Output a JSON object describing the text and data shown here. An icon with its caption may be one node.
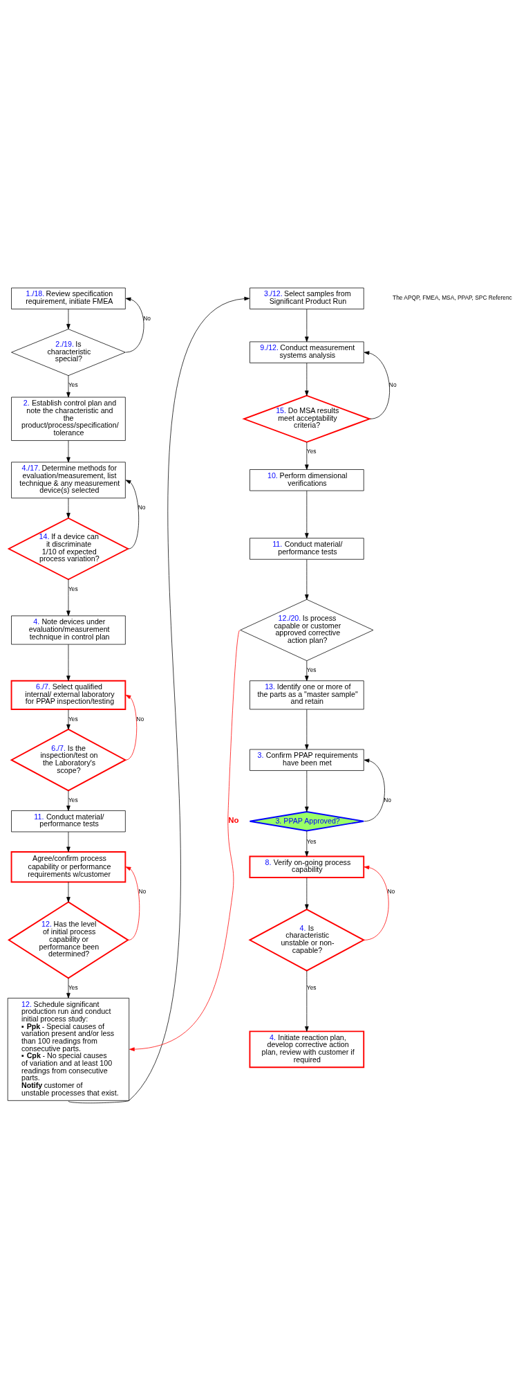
{
  "diagram": {
    "nodes": [
      {
        "text": [
          "1./18. Review specification requirement, initiate FMEA"
        ]
      },
      {
        "text": [
          "2./19. Is characteristic special?"
        ]
      },
      {
        "text": [
          "2. Establish control plan and note the characteristic and the product/process/specification/ tolerance"
        ]
      },
      {
        "text": [
          "4./17. Determine methods for evaluation/measurement, list technique & any measurement device(s) selected"
        ]
      },
      {
        "text": [
          "14. If a device can it discriminate 1/10 of expected process variation?"
        ]
      },
      {
        "text": [
          "4. Note devices under evaluation/measurement technique in control plan"
        ]
      },
      {
        "text": [
          "6./7. Select qualified internal/ external laboratory for PPAP inspection/testing"
        ]
      },
      {
        "text": [
          "6./7. Is the inspection/test on the Laboratory's scope?"
        ]
      },
      {
        "text": [
          "11. Conduct material/ performance tests"
        ]
      },
      {
        "text": [
          "Agree/confirm process capability or performance requirements w/customer"
        ]
      },
      {
        "text": [
          "12. Has the level of initial process capability or performance been determined?"
        ]
      },
      {
        "text": [
          "12. Schedule significant production run and conduct initial process study:",
          "▪ **Ppk** - Special causes of variation present and/or less than 100 readings from consecutive parts.",
          "▪ **Cpk** - No special causes of variation and at least 100 readings from consecutive parts.",
          "**Notify** customer of unstable processes that exist."
        ]
      },
      {
        "text": [
          "3./12. Select samples from Significant Product Run"
        ]
      },
      {
        "text": [
          "9./12. Conduct measurement systems analysis"
        ]
      },
      {
        "text": [
          "15. Do MSA results meet acceptability criteria?"
        ]
      },
      {
        "text": [
          "10. Perform dimensional verifications"
        ]
      },
      {
        "text": [
          "11. Conduct material/ performance tests"
        ]
      },
      {
        "text": [
          "12./20. Is process capable or customer approved corrective action plan?"
        ]
      },
      {
        "text": [
          "13. Identify one or more of the parts as a \"master sample\" and retain"
        ]
      },
      {
        "text": [
          "3. Confirm PPAP requirements have been met"
        ]
      },
      {
        "text": [
          "3. PPAP Approved?"
        ]
      },
      {
        "text": [
          "8. Verify on-going process capability"
        ]
      },
      {
        "text": [
          "4. Is characteristic unstable or non-capable?"
        ]
      },
      {
        "text": [
          "4. Initiate reaction plan, develop corrective action plan, review with customer if required"
        ]
      }
    ],
    "edges": [
      {
        "from": 0,
        "to": 1,
        "arrow": "to"
      },
      {
        "from": 1,
        "to": 0,
        "arrow": "to",
        "label": "No"
      },
      {
        "from": 1,
        "to": 2,
        "arrow": "to",
        "label": "Yes"
      },
      {
        "from": 2,
        "to": 3,
        "arrow": "to"
      },
      {
        "from": 3,
        "to": 4,
        "arrow": "to"
      },
      {
        "from": 4,
        "to": 3,
        "arrow": "to",
        "label": "No"
      },
      {
        "from": 4,
        "to": 5,
        "arrow": "to",
        "label": "Yes"
      },
      {
        "from": 5,
        "to": 6,
        "arrow": "to"
      },
      {
        "from": 6,
        "to": 7,
        "arrow": "to",
        "label": "Yes"
      },
      {
        "from": 7,
        "to": 6,
        "arrow": "to",
        "label": "No",
        "color": "#ff0000"
      },
      {
        "from": 7,
        "to": 8,
        "arrow": "to",
        "label": "Yes"
      },
      {
        "from": 8,
        "to": 9,
        "arrow": "to"
      },
      {
        "from": 9,
        "to": 10,
        "arrow": "to"
      },
      {
        "from": 10,
        "to": 9,
        "arrow": "to",
        "label": "No",
        "color": "#ff0000"
      },
      {
        "from": 10,
        "to": 11,
        "arrow": "to",
        "label": "Yes"
      },
      {
        "from": 11,
        "to": 12,
        "arrow": "to"
      },
      {
        "from": 12,
        "to": 13,
        "arrow": "to"
      },
      {
        "from": 13,
        "to": 14,
        "arrow": "to"
      },
      {
        "from": 14,
        "to": 13,
        "arrow": "to",
        "label": "No"
      },
      {
        "from": 14,
        "to": 15,
        "arrow": "to",
        "label": "Yes"
      },
      {
        "from": 15,
        "to": 16,
        "arrow": "to"
      },
      {
        "from": 16,
        "to": 17,
        "arrow": "to"
      },
      {
        "from": 17,
        "to": 11,
        "arrow": "to",
        "label": "No",
        "color": "#ff0000"
      },
      {
        "from": 17,
        "to": 18,
        "arrow": "to",
        "label": "Yes"
      },
      {
        "from": 18,
        "to": 19,
        "arrow": "to"
      },
      {
        "from": 19,
        "to": 20,
        "arrow": "to"
      },
      {
        "from": 20,
        "to": 19,
        "arrow": "to",
        "label": "No"
      },
      {
        "from": 20,
        "to": 21,
        "arrow": "to",
        "label": "Yes"
      },
      {
        "from": 21,
        "to": 22,
        "arrow": "to"
      },
      {
        "from": 22,
        "to": 21,
        "arrow": "to",
        "label": "No",
        "color": "#ff0000"
      },
      {
        "from": 22,
        "to": 23,
        "arrow": "to",
        "label": "Yes"
      }
    ],
    "labels": [
      "The APQP, FMEA, MSA, PPAP, SPC Referenc"
    ]
  }
}
